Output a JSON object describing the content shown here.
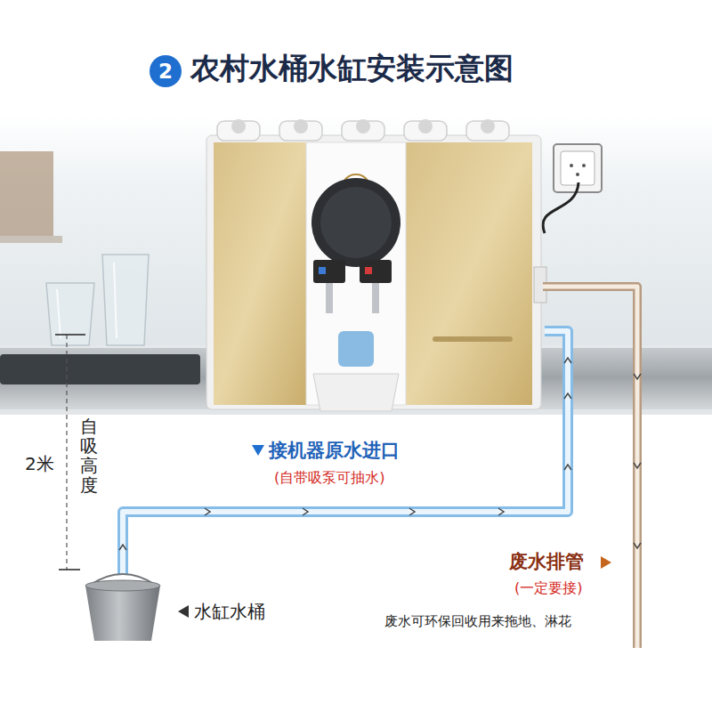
{
  "diagram": {
    "title": "农村水桶水缸安装示意图",
    "nodes": [
      {
        "text": [
          "水缸水桶"
        ]
      }
    ],
    "labels": [
      "2",
      "2米",
      "自吸高度",
      "接机器原水进口",
      "(自带吸泵可抽水)",
      "废水排管",
      "(一定要接)",
      "废水可环保回收用来拖地、淋花"
    ]
  }
}
